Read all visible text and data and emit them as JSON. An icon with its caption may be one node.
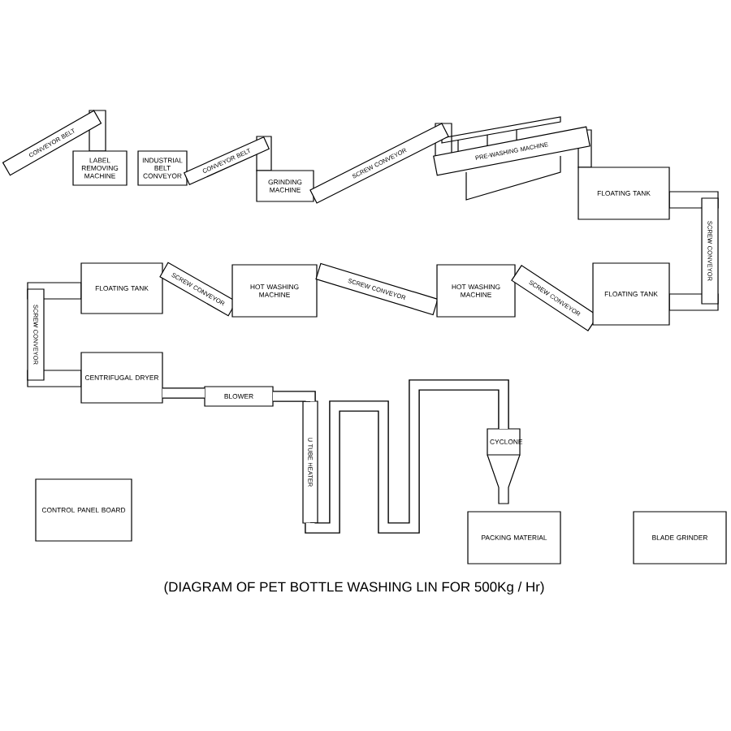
{
  "diagram": {
    "caption": "(DIAGRAM OF PET BOTTLE WASHING LIN FOR 500Kg / Hr)",
    "nodes": [
      {
        "text": [
          "CONVEYOR BELT"
        ]
      },
      {
        "text": [
          "LABEL REMOVING MACHINE"
        ]
      },
      {
        "text": [
          "INDUSTRIAL BELT CONVEYOR"
        ]
      },
      {
        "text": [
          "CONVEYOR BELT"
        ]
      },
      {
        "text": [
          "GRINDING MACHINE"
        ]
      },
      {
        "text": [
          "SCREW CONVEYOR"
        ]
      },
      {
        "text": [
          "PRE-WASHING MACHINE"
        ]
      },
      {
        "text": [
          "FLOATING TANK"
        ]
      },
      {
        "text": [
          "SCREW CONVEYOR"
        ]
      },
      {
        "text": [
          "FLOATING TANK"
        ]
      },
      {
        "text": [
          "SCREW CONVEYOR"
        ]
      },
      {
        "text": [
          "HOT WASHING MACHINE"
        ]
      },
      {
        "text": [
          "SCREW CONVEYOR"
        ]
      },
      {
        "text": [
          "HOT WASHING MACHINE"
        ]
      },
      {
        "text": [
          "SCREW CONVEYOR"
        ]
      },
      {
        "text": [
          "FLOATING TANK"
        ]
      },
      {
        "text": [
          "SCREW CONVEYOR"
        ]
      },
      {
        "text": [
          "CENTRIFUGAL DRYER"
        ]
      },
      {
        "text": [
          "BLOWER"
        ]
      },
      {
        "text": [
          "U TUBE HEATER"
        ]
      },
      {
        "text": [
          "CYCLONE"
        ]
      },
      {
        "text": [
          "CONTROL PANEL BOARD"
        ]
      },
      {
        "text": [
          "PACKING MATERIAL"
        ]
      },
      {
        "text": [
          "BLADE GRINDER"
        ]
      }
    ],
    "edges": [
      {
        "from": 17,
        "to": 18,
        "arrow": "none"
      },
      {
        "from": 18,
        "to": 19,
        "arrow": "none"
      },
      {
        "from": 19,
        "to": 20,
        "arrow": "none"
      }
    ]
  }
}
